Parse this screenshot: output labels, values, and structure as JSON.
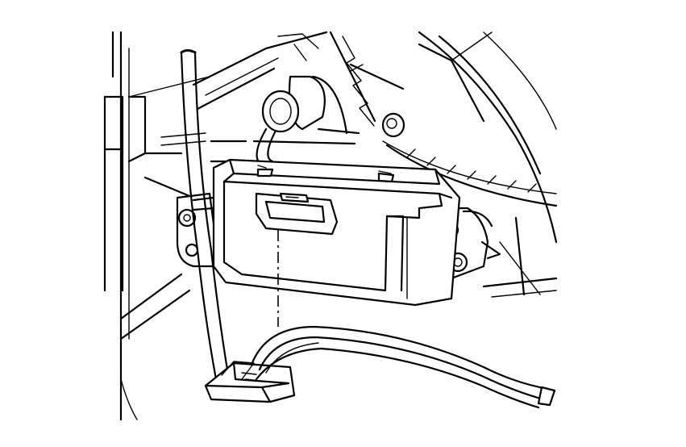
{
  "diagram": {
    "type": "line-drawing",
    "colors": {
      "ink": "#000000",
      "paper": "#ffffff"
    },
    "parts": [
      {
        "id": "housing",
        "icon": "hvac-housing"
      },
      {
        "id": "fan-scroll",
        "icon": "blower-scroll"
      },
      {
        "id": "pipe",
        "icon": "coolant-tube"
      },
      {
        "id": "module",
        "icon": "control-module"
      },
      {
        "id": "connector",
        "icon": "electrical-connector"
      },
      {
        "id": "harness",
        "icon": "wiring-harness"
      }
    ]
  }
}
